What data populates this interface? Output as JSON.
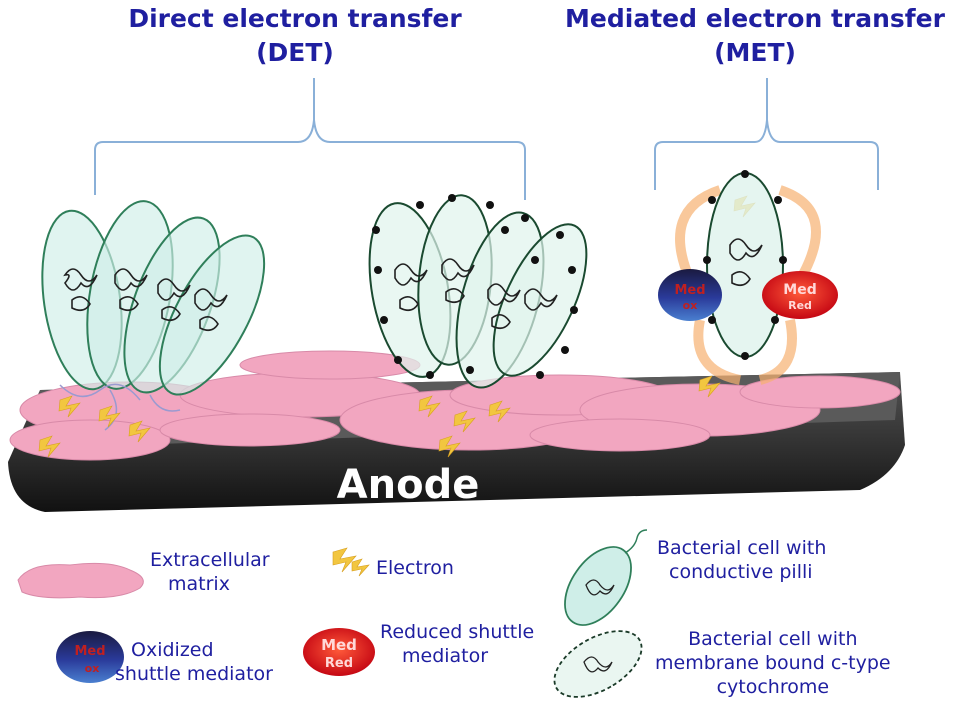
{
  "headings": {
    "det_line1": "Direct electron transfer",
    "det_line2": "(DET)",
    "met_line1": "Mediated electron  transfer",
    "met_line2": "(MET)"
  },
  "anode": {
    "label": "Anode"
  },
  "mediators": {
    "oxidized_top": "Med",
    "oxidized_bottom": "ox",
    "reduced_top": "Med",
    "reduced_bottom": "Red"
  },
  "legend": {
    "extracellular_matrix_line1": "Extracellular",
    "extracellular_matrix_line2": "matrix",
    "electron": "Electron",
    "pilli_line1": "Bacterial cell with",
    "pilli_line2": "conductive pilli",
    "oxidized_line1": "Oxidized",
    "oxidized_line2": "shuttle mediator",
    "reduced_line1": "Reduced shuttle",
    "reduced_line2": "mediator",
    "cytochrome_line1": "Bacterial cell with",
    "cytochrome_line2": "membrane bound c-type",
    "cytochrome_line3": "cytochrome"
  },
  "colors": {
    "text": "#1f1fa0",
    "bracket": "#8ab0d8",
    "matrix": "#f2a6c0",
    "anode": "#2b2b2b",
    "cell_fill": "#cfeee8",
    "cell_stroke": "#2f7f5a",
    "electron": "#f2c640",
    "mediator_red": "#e01818",
    "mediator_blue": "#2a4aa8"
  }
}
